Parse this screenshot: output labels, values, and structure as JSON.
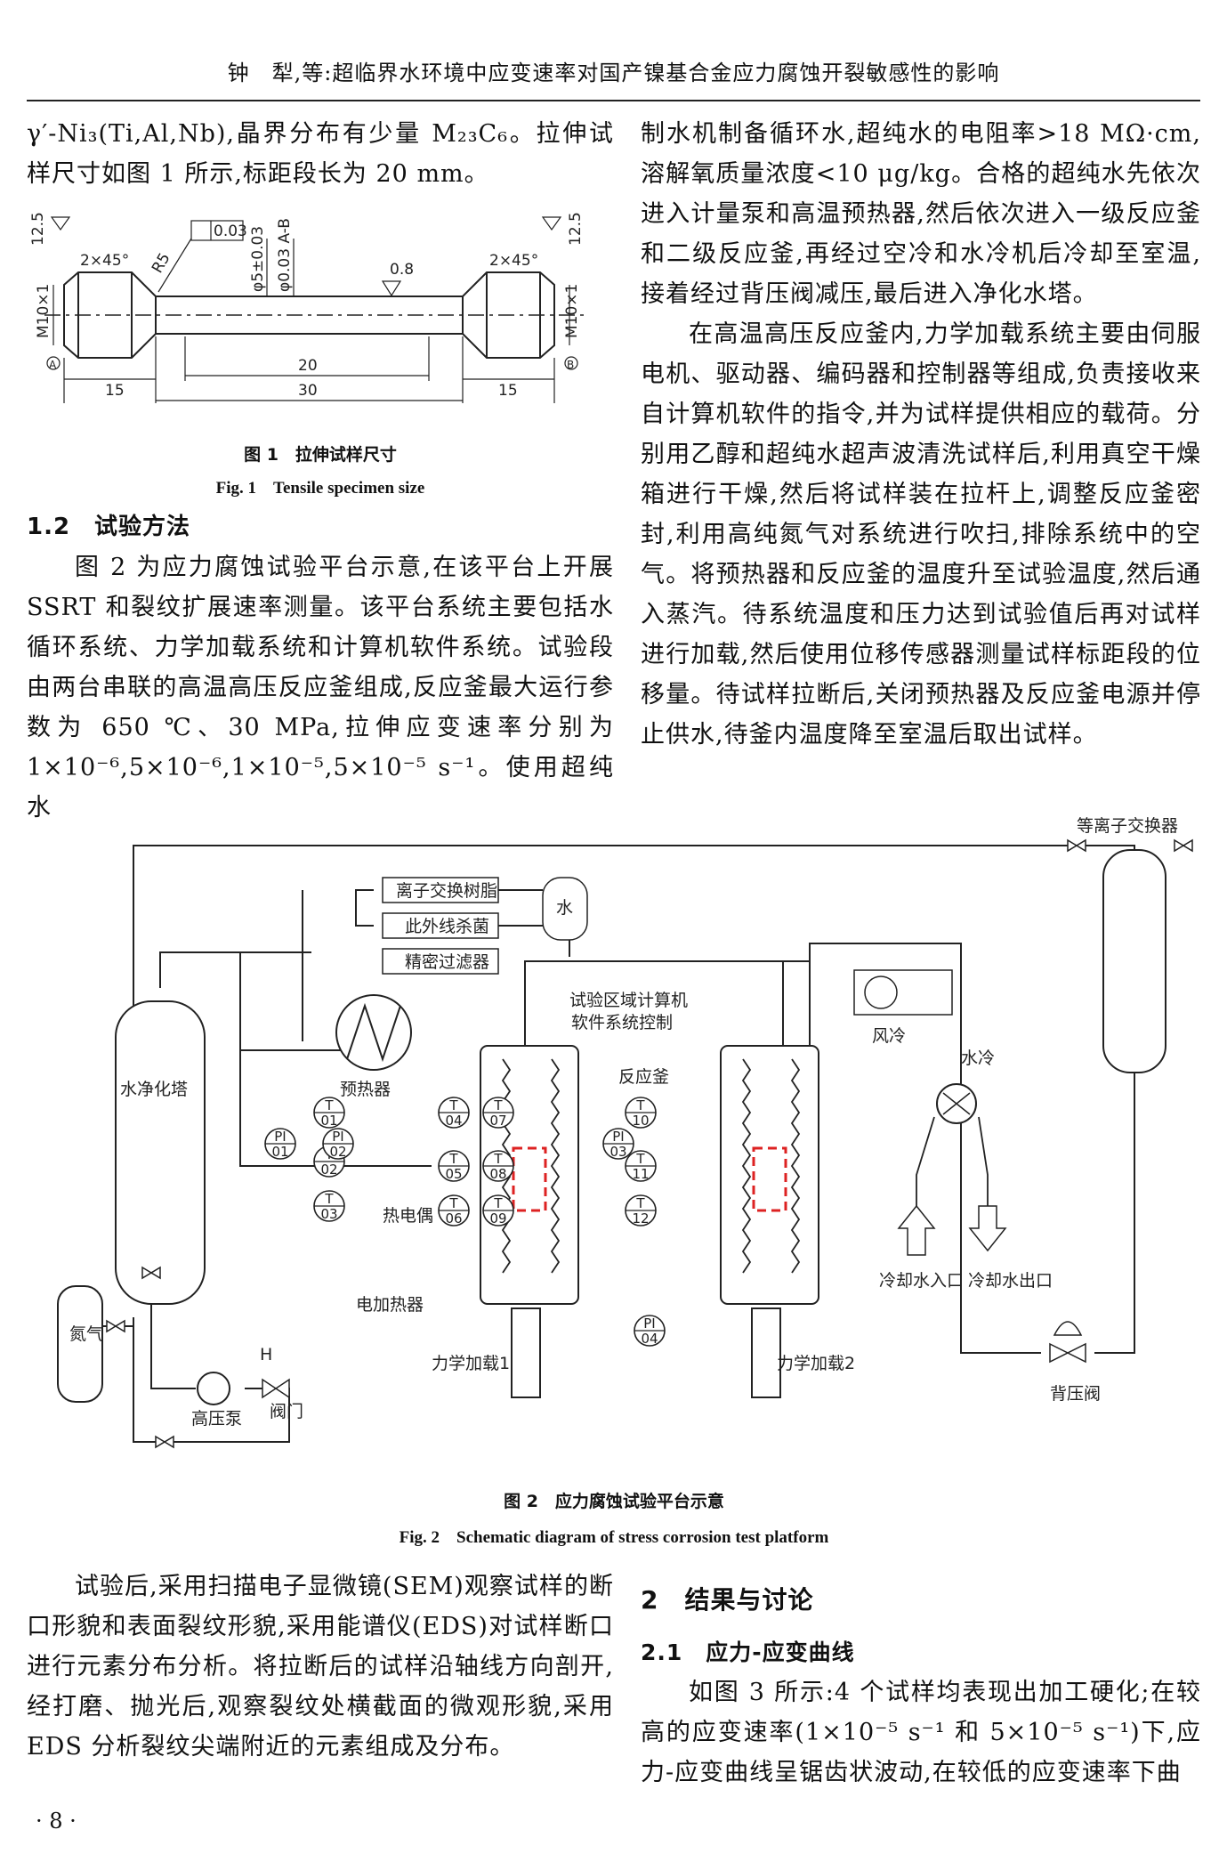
{
  "header": {
    "running_title": "钟　犁,等:超临界水环境中应变速率对国产镍基合金应力腐蚀开裂敏感性的影响"
  },
  "left_col_top": {
    "p1": "γ′-Ni₃(Ti,Al,Nb),晶界分布有少量 M₂₃C₆。拉伸试样尺寸如图 1 所示,标距段长为 20 mm。"
  },
  "figure1": {
    "labels": {
      "ra_left": "12.5",
      "ra_right": "12.5",
      "chamfer_left": "2×45°",
      "chamfer_right": "2×45°",
      "radius": "R5",
      "flatness": "0.03",
      "diameter": "φ5±0.03",
      "coaxial": "φ0.03 A-B",
      "ra_center": "0.8",
      "thread_left": "M10×1",
      "thread_right": "M10×1",
      "datum_a": "A",
      "datum_b": "B",
      "dim_15_left": "15",
      "dim_20": "20",
      "dim_30": "30",
      "dim_15_right": "15"
    },
    "caption_cn": "图 1　拉伸试样尺寸",
    "caption_en": "Fig. 1　Tensile specimen size"
  },
  "section_1_2": {
    "heading": "1.2　试验方法",
    "p1": "图 2 为应力腐蚀试验平台示意,在该平台上开展 SSRT 和裂纹扩展速率测量。该平台系统主要包括水循环系统、力学加载系统和计算机软件系统。试验段由两台串联的高温高压反应釜组成,反应釜最大运行参数为 650 ℃、30 MPa,拉伸应变速率分别为 1×10⁻⁶,5×10⁻⁶,1×10⁻⁵,5×10⁻⁵ s⁻¹。使用超纯水"
  },
  "right_col_top": {
    "p1": "制水机制备循环水,超纯水的电阻率>18 MΩ·cm,溶解氧质量浓度<10 μg/kg。合格的超纯水先依次进入计量泵和高温预热器,然后依次进入一级反应釜和二级反应釜,再经过空冷和水冷机后冷却至室温,接着经过背压阀减压,最后进入净化水塔。",
    "p2": "在高温高压反应釜内,力学加载系统主要由伺服电机、驱动器、编码器和控制器等组成,负责接收来自计算机软件的指令,并为试样提供相应的载荷。分别用乙醇和超纯水超声波清洗试样后,利用真空干燥箱进行干燥,然后将试样装在拉杆上,调整反应釜密封,利用高纯氮气对系统进行吹扫,排除系统中的空气。将预热器和反应釜的温度升至试验温度,然后通入蒸汽。待系统温度和压力达到试验值后再对试样进行加载,然后使用位移传感器测量试样标距段的位移量。待试样拉断后,关闭预热器及反应釜电源并停止供水,待釜内温度降至室温后取出试样。"
  },
  "figure2": {
    "labels": {
      "ion_exchanger": "等离子交换器",
      "resin": "离子交换树脂",
      "uv": "此外线杀菌",
      "filter": "精密过滤器",
      "water": "水",
      "computer": "试验区域计算机",
      "software": "软件系统控制",
      "air_cool": "风冷",
      "tower": "水净化塔",
      "preheater": "预热器",
      "autoclave": "反应釜",
      "thermocouple": "热电偶",
      "heater": "电加热器",
      "water_cool": "水冷",
      "cool_in": "冷却水入口",
      "cool_out": "冷却水出口",
      "nitrogen": "氮气",
      "h": "H",
      "valve": "阀门",
      "pump": "高压泵",
      "load1": "力学加载1",
      "load2": "力学加载2",
      "back_valve": "背压阀"
    },
    "instruments": [
      {
        "t": "T",
        "n": "01"
      },
      {
        "t": "T",
        "n": "02"
      },
      {
        "t": "T",
        "n": "03"
      },
      {
        "t": "T",
        "n": "04"
      },
      {
        "t": "T",
        "n": "05"
      },
      {
        "t": "T",
        "n": "06"
      },
      {
        "t": "T",
        "n": "07"
      },
      {
        "t": "T",
        "n": "08"
      },
      {
        "t": "T",
        "n": "09"
      },
      {
        "t": "T",
        "n": "10"
      },
      {
        "t": "T",
        "n": "11"
      },
      {
        "t": "T",
        "n": "12"
      },
      {
        "t": "PI",
        "n": "01"
      },
      {
        "t": "PI",
        "n": "02"
      },
      {
        "t": "PI",
        "n": "03"
      },
      {
        "t": "PI",
        "n": "04"
      }
    ],
    "caption_cn": "图 2　应力腐蚀试验平台示意",
    "caption_en": "Fig. 2　Schematic diagram of stress corrosion test platform"
  },
  "left_col_bottom": {
    "p1": "试验后,采用扫描电子显微镜(SEM)观察试样的断口形貌和表面裂纹形貌,采用能谱仪(EDS)对试样断口进行元素分布分析。将拉断后的试样沿轴线方向剖开,经打磨、抛光后,观察裂纹处横截面的微观形貌,采用 EDS 分析裂纹尖端附近的元素组成及分布。"
  },
  "section_2": {
    "heading": "2　结果与讨论",
    "sub_heading": "2.1　应力-应变曲线",
    "p1": "如图 3 所示:4 个试样均表现出加工硬化;在较高的应变速率(1×10⁻⁵ s⁻¹ 和 5×10⁻⁵ s⁻¹)下,应力-应变曲线呈锯齿状波动,在较低的应变速率下曲"
  },
  "footer": {
    "page_number": "· 8 ·"
  }
}
